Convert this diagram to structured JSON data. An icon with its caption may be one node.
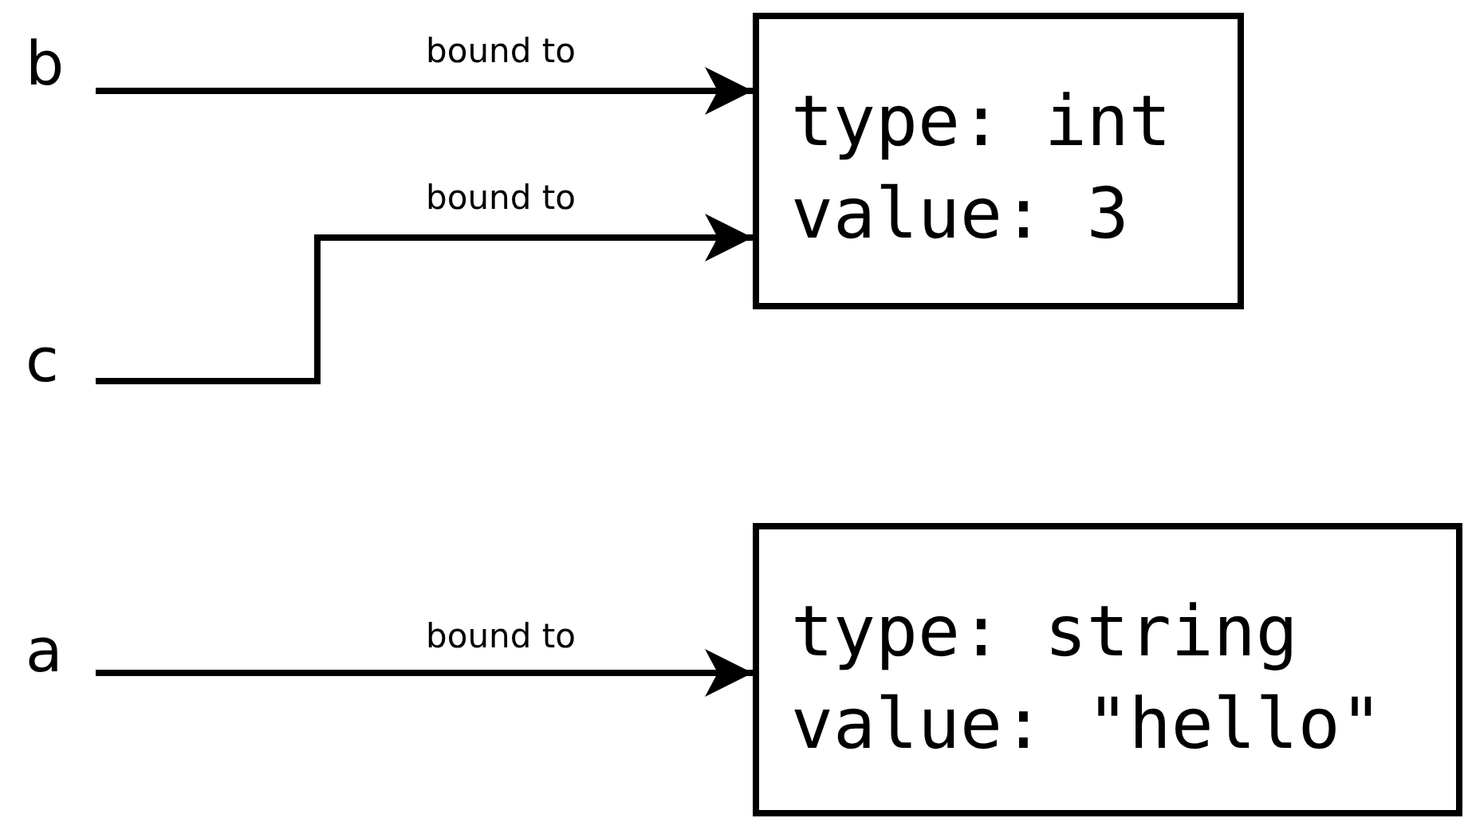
{
  "diagram": {
    "nodes": [
      {
        "text": [
          "b"
        ]
      },
      {
        "text": [
          "type: int",
          "value: 3"
        ]
      },
      {
        "text": [
          "c"
        ]
      },
      {
        "text": [
          "a"
        ]
      },
      {
        "text": [
          "type: string",
          "value: \"hello\""
        ]
      }
    ],
    "edges": [
      {
        "from": 0,
        "to": 1,
        "arrow": "to",
        "label": "bound to"
      },
      {
        "from": 2,
        "to": 1,
        "arrow": "to",
        "label": "bound to"
      },
      {
        "from": 3,
        "to": 4,
        "arrow": "to",
        "label": "bound to"
      }
    ]
  }
}
